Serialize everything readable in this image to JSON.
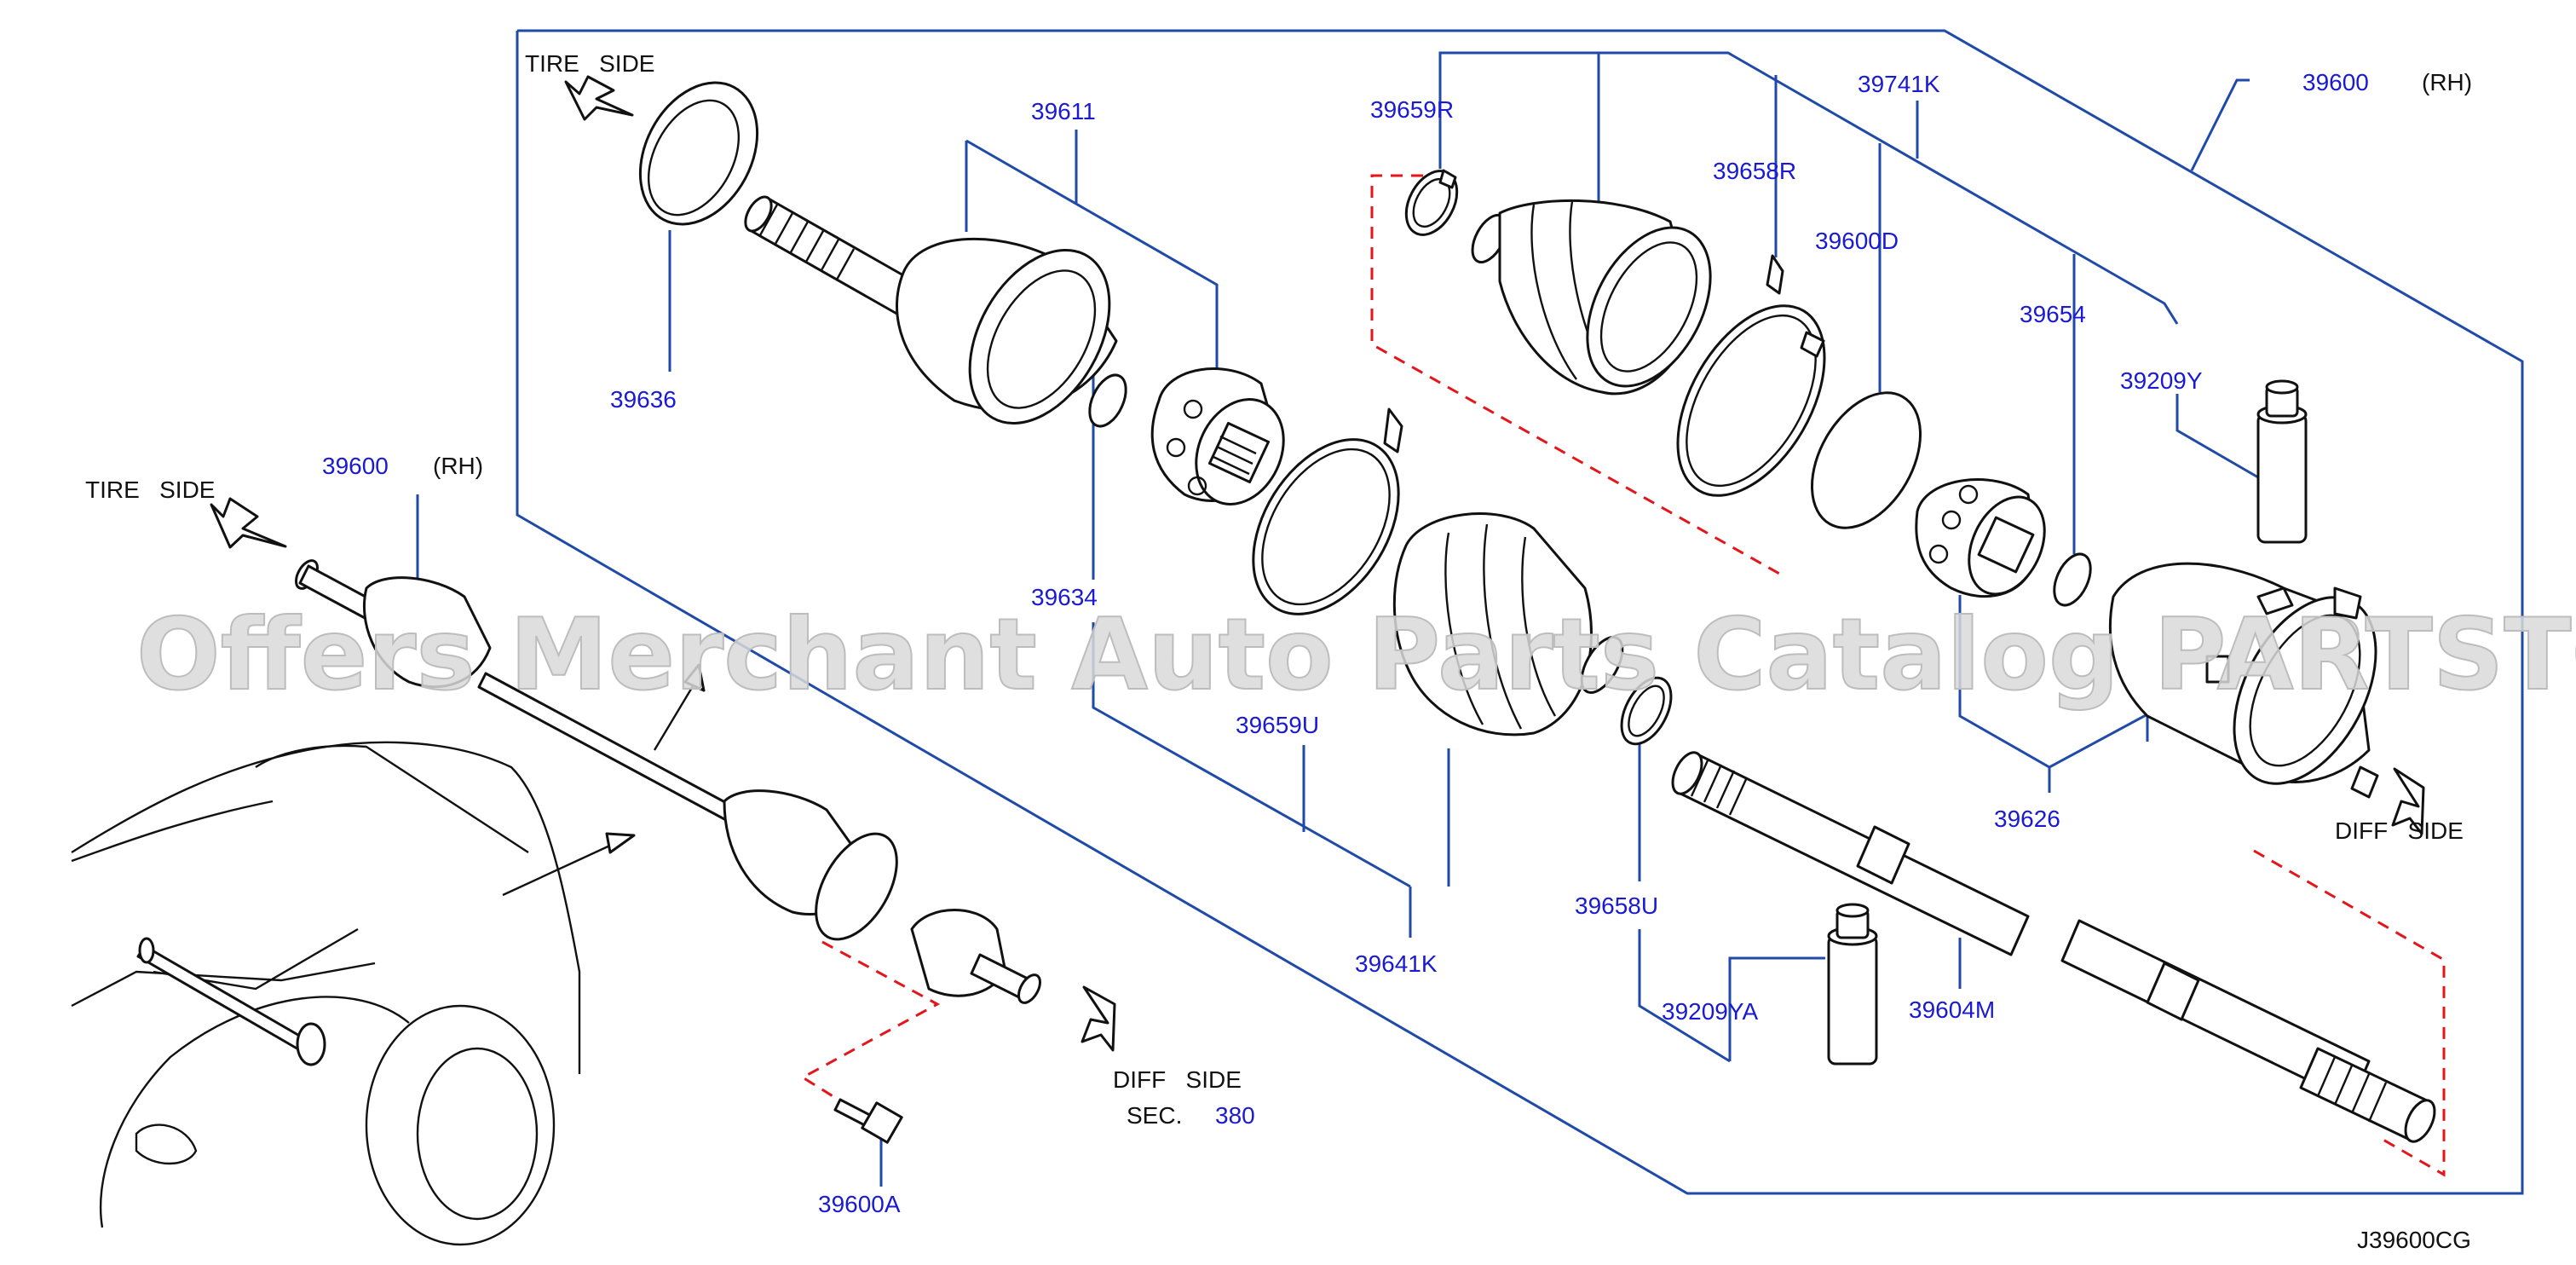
{
  "diagram": {
    "part_labels": [
      {
        "id": "39600_rh_main",
        "text": "39600"
      },
      {
        "id": "39611",
        "text": "39611"
      },
      {
        "id": "39636",
        "text": "39636"
      },
      {
        "id": "39634",
        "text": "39634"
      },
      {
        "id": "39659R",
        "text": "39659R"
      },
      {
        "id": "39658R",
        "text": "39658R"
      },
      {
        "id": "39741K",
        "text": "39741K"
      },
      {
        "id": "39600D",
        "text": "39600D"
      },
      {
        "id": "39654",
        "text": "39654"
      },
      {
        "id": "39209Y",
        "text": "39209Y"
      },
      {
        "id": "39659U",
        "text": "39659U"
      },
      {
        "id": "39641K",
        "text": "39641K"
      },
      {
        "id": "39658U",
        "text": "39658U"
      },
      {
        "id": "39209YA",
        "text": "39209YA"
      },
      {
        "id": "39604M",
        "text": "39604M"
      },
      {
        "id": "39626",
        "text": "39626"
      },
      {
        "id": "39600_rh_small",
        "text": "39600"
      },
      {
        "id": "39600A",
        "text": "39600A"
      },
      {
        "id": "sec_num",
        "text": "380"
      }
    ],
    "black_labels": [
      {
        "id": "rh_main",
        "text": "(RH)"
      },
      {
        "id": "rh_small",
        "text": "(RH)"
      },
      {
        "id": "tire_side_top",
        "text": "TIRE   SIDE"
      },
      {
        "id": "tire_side_left",
        "text": "TIRE   SIDE"
      },
      {
        "id": "diff_side_right",
        "text": "DIFF   SIDE"
      },
      {
        "id": "diff_side_bottom",
        "text": "DIFF   SIDE"
      },
      {
        "id": "sec_label",
        "text": "SEC."
      },
      {
        "id": "diagram_code",
        "text": "J39600CG"
      }
    ],
    "watermark": "Offers Merchant Auto Parts Catalog PARTSTORE.SA",
    "colors": {
      "part_number": "#1a1ad2",
      "leader_line": "#1f4aa8",
      "dashed_guide": "#e3161b",
      "linework": "#111111"
    }
  }
}
